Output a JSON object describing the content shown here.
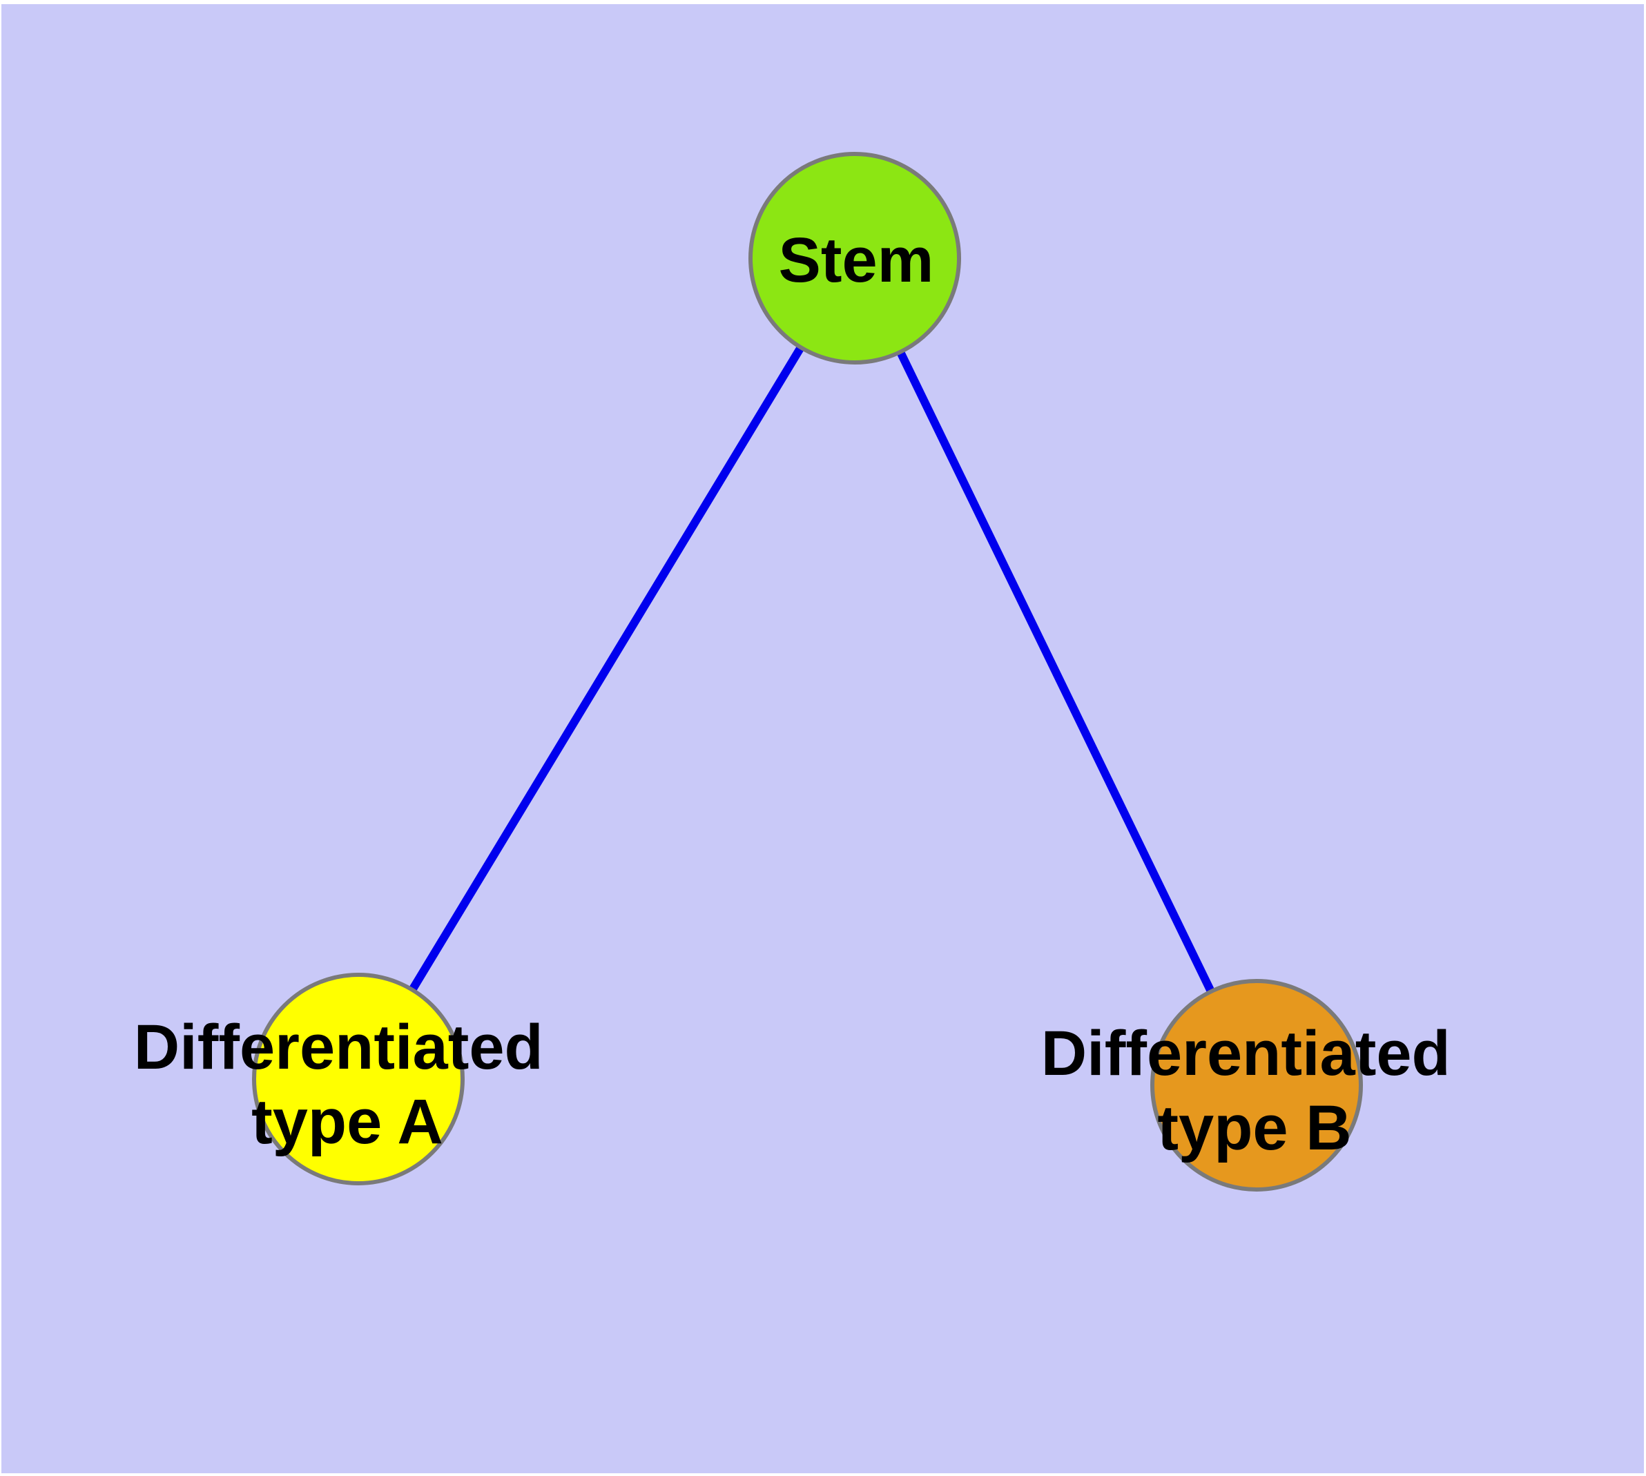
{
  "diagram": {
    "background_color": "#c9c9f8",
    "edge_color": "#0000ee",
    "node_border_color": "#7a7a7a",
    "label_color": "#000000",
    "nodes": [
      {
        "id": "stem",
        "label": "Stem",
        "fill": "#8ce613"
      },
      {
        "id": "differentiated-type-a",
        "label": "Differentiated type A",
        "label_line1": "Differentiated",
        "label_line2": "type A",
        "fill": "#ffff00"
      },
      {
        "id": "differentiated-type-b",
        "label": "Differentiated type B",
        "label_line1": "Differentiated",
        "label_line2": "type B",
        "fill": "#e6981e"
      }
    ],
    "edges": [
      {
        "from": "Stem",
        "to": "Differentiated type A"
      },
      {
        "from": "Stem",
        "to": "Differentiated type B"
      }
    ]
  }
}
